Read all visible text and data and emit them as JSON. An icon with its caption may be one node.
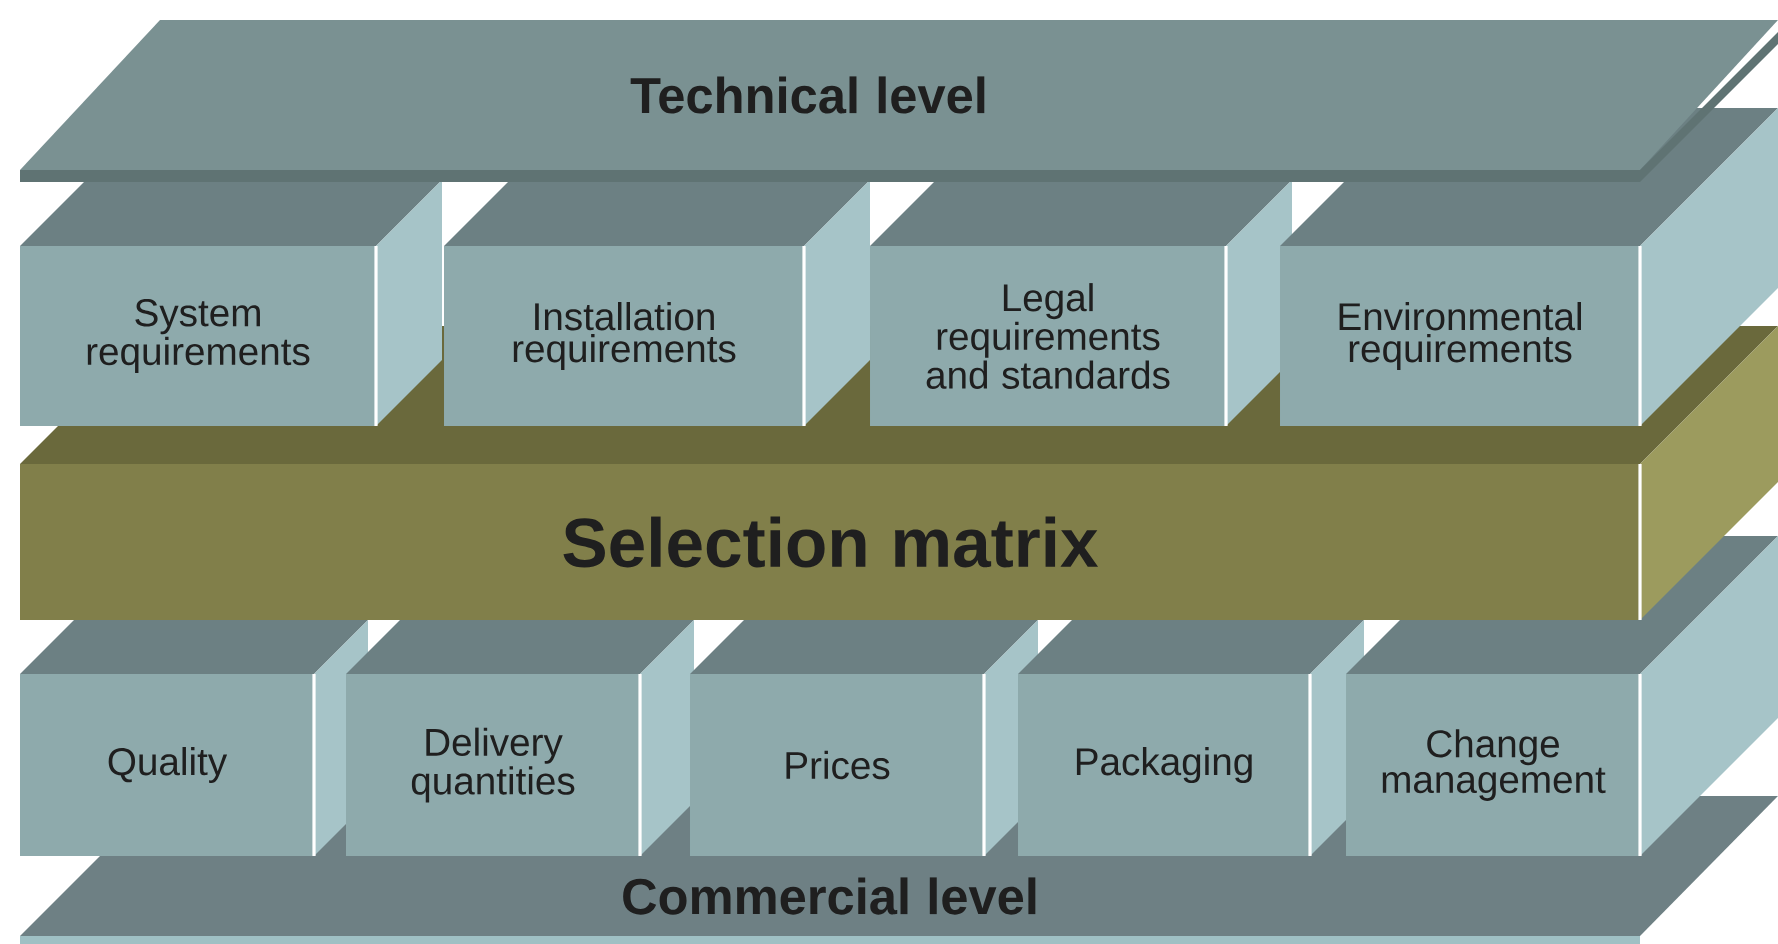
{
  "diagram": {
    "nodes": [
      {
        "text": [
          "Technical level"
        ]
      },
      {
        "text": [
          "System requirements"
        ]
      },
      {
        "text": [
          "Installation requirements"
        ]
      },
      {
        "text": [
          "Legal requirements and standards"
        ]
      },
      {
        "text": [
          "Environmental requirements"
        ]
      },
      {
        "text": [
          "Selection matrix"
        ]
      },
      {
        "text": [
          "Quality"
        ]
      },
      {
        "text": [
          "Delivery quantities"
        ]
      },
      {
        "text": [
          "Prices"
        ]
      },
      {
        "text": [
          "Packaging"
        ]
      },
      {
        "text": [
          "Change management"
        ]
      },
      {
        "text": [
          "Commercial level"
        ]
      }
    ]
  }
}
